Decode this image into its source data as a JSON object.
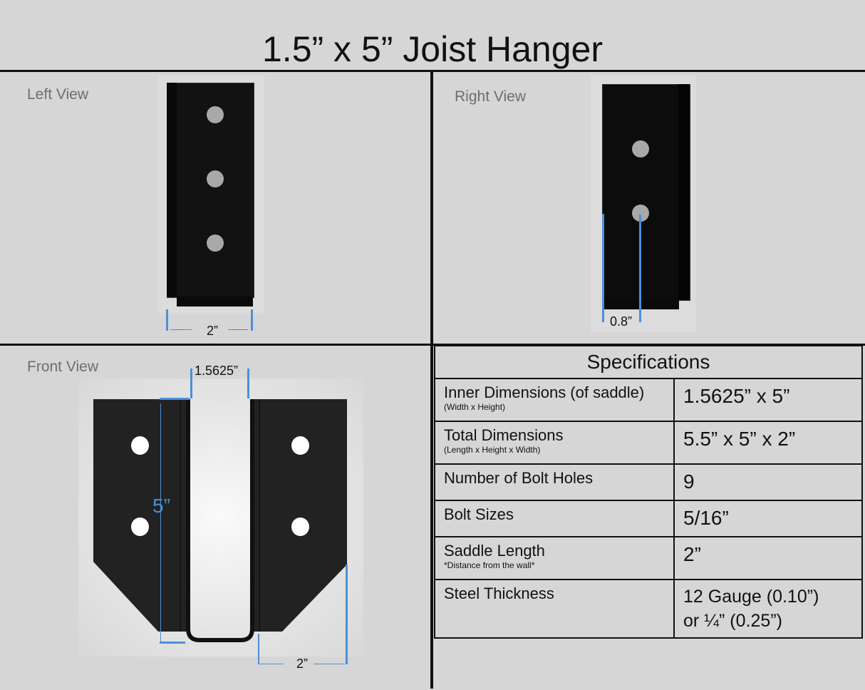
{
  "title": "1.5” x 5” Joist Hanger",
  "views": {
    "left": {
      "label": "Left View",
      "dimension": "2”"
    },
    "right": {
      "label": "Right View",
      "dimension": "0.8”"
    },
    "front": {
      "label": "Front View",
      "dimensions": {
        "inner_width": "1.5625”",
        "height": "5”",
        "saddle_length": "2”"
      }
    }
  },
  "colors": {
    "dimension_line": "#4a90d9",
    "steel": "#111111",
    "background": "#d6d6d6"
  },
  "specifications": {
    "heading": "Specifications",
    "rows": [
      {
        "label": "Inner Dimensions (of saddle)",
        "sublabel": "(Width x Height)",
        "value": "1.5625” x 5”"
      },
      {
        "label": "Total Dimensions",
        "sublabel": "(Length x Height x Width)",
        "value": "5.5” x 5” x 2”"
      },
      {
        "label": "Number of Bolt Holes",
        "sublabel": "",
        "value": "9"
      },
      {
        "label": "Bolt Sizes",
        "sublabel": "",
        "value": "5/16”"
      },
      {
        "label": "Saddle Length",
        "sublabel": "*Distance from the wall*",
        "value": "2”"
      },
      {
        "label": "Steel Thickness",
        "sublabel": "",
        "value": "12 Gauge (0.10”)",
        "value2": "or ¼” (0.25”)"
      }
    ]
  }
}
